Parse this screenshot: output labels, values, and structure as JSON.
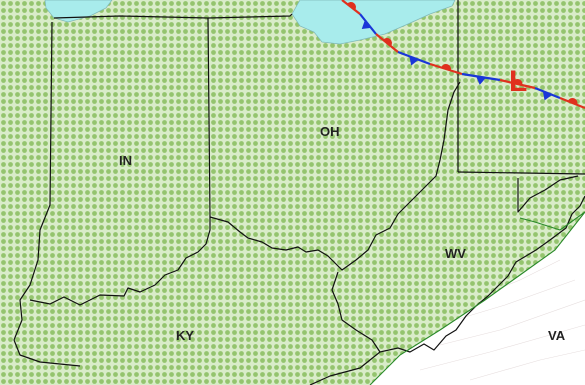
{
  "map": {
    "state_labels": {
      "indiana": "IN",
      "ohio": "OH",
      "kentucky": "KY",
      "west_virginia": "WV",
      "virginia": "VA"
    },
    "pressure_center": {
      "label": "L",
      "type": "low-pressure-center",
      "color": "#e0301e"
    },
    "front": {
      "type": "stationary-front",
      "warm_color": "#e0301e",
      "cold_color": "#1a36d8"
    },
    "colors": {
      "precip_fill": "#a9cf8d",
      "precip_dot": "#7bb35a",
      "water": "#a8ecec",
      "land": "#ffffff",
      "border": "#111111",
      "region_outline": "#2a8a2a"
    }
  }
}
